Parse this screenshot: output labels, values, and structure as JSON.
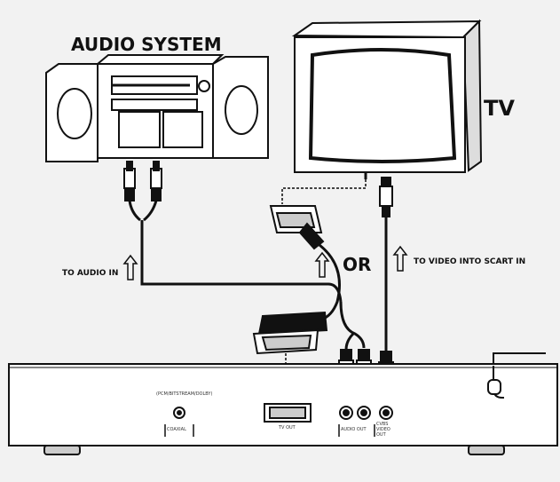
{
  "labels": {
    "audio_system": "AUDIO SYSTEM",
    "tv": "TV",
    "or": "OR",
    "to_audio_in": "TO AUDIO IN",
    "to_video_into_scart_in": "TO VIDEO INTO SCART IN",
    "player_top_label": "(PCM/BITSTREAM/DOLBY)",
    "coaxial": "COAXIAL",
    "tv_out": "TV OUT",
    "audio_out": "AUDIO OUT",
    "cvbs_video_out": "CVBS VIDEO OUT"
  },
  "icons": [
    "up-arrow-icon",
    "scart-plug-icon",
    "rca-plug-icon",
    "speaker-icon"
  ]
}
